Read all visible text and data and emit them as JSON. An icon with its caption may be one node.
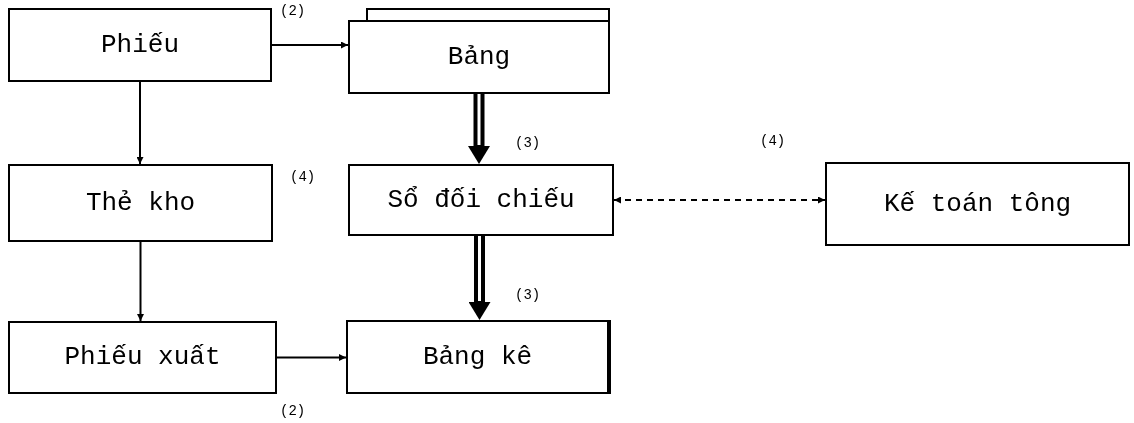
{
  "diagram": {
    "nodes": [
      {
        "text": [
          "Phiếu"
        ]
      },
      {
        "text": [
          "Bảng"
        ]
      },
      {
        "text": [
          "Thẻ kho"
        ]
      },
      {
        "text": [
          "Sổ đối chiếu"
        ]
      },
      {
        "text": [
          "Kế toán tông"
        ]
      },
      {
        "text": [
          "Phiếu xuất"
        ]
      },
      {
        "text": [
          "Bảng kê"
        ]
      }
    ],
    "edges": [
      {
        "from": 0,
        "to": 1,
        "arrow": "to"
      },
      {
        "from": 0,
        "to": 2,
        "arrow": "to"
      },
      {
        "from": 1,
        "to": 3,
        "arrow": "to",
        "style": "thick"
      },
      {
        "from": 2,
        "to": 5,
        "arrow": "to"
      },
      {
        "from": 3,
        "to": 6,
        "arrow": "to",
        "style": "thick"
      },
      {
        "from": 5,
        "to": 6,
        "arrow": "to"
      },
      {
        "from": 3,
        "to": 4,
        "arrow": "both",
        "style": "dashed"
      }
    ],
    "labels": [
      "(2)",
      "(3)",
      "(4)",
      "(4)",
      "(3)",
      "(2)"
    ]
  }
}
